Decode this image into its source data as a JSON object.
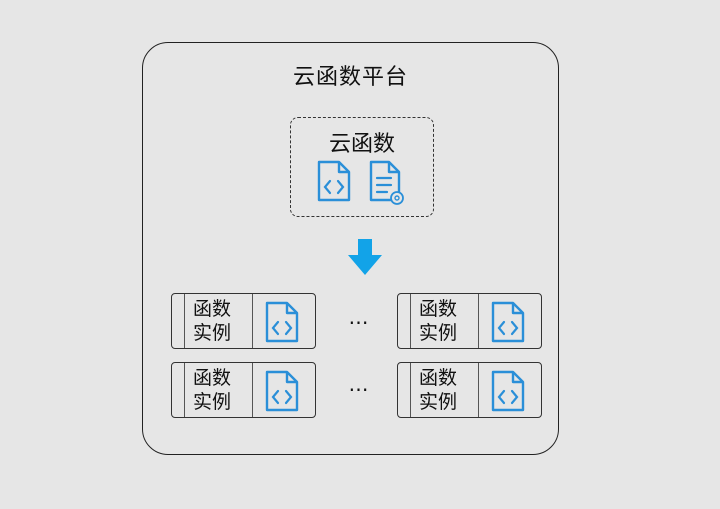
{
  "platform": {
    "title": "云函数平台"
  },
  "function": {
    "title": "云函数",
    "icons": [
      "code-file-icon",
      "config-file-icon"
    ]
  },
  "arrow": {
    "icon": "arrow-down-icon",
    "color": "#12a3e8"
  },
  "instances": {
    "rows": [
      {
        "left": {
          "label_line1": "函数",
          "label_line2": "实例"
        },
        "ellipsis": "…",
        "right": {
          "label_line1": "函数",
          "label_line2": "实例"
        }
      },
      {
        "left": {
          "label_line1": "函数",
          "label_line2": "实例"
        },
        "ellipsis": "…",
        "right": {
          "label_line1": "函数",
          "label_line2": "实例"
        }
      }
    ]
  },
  "colors": {
    "icon": "#2a8fd8",
    "background": "#e6e6e6"
  }
}
